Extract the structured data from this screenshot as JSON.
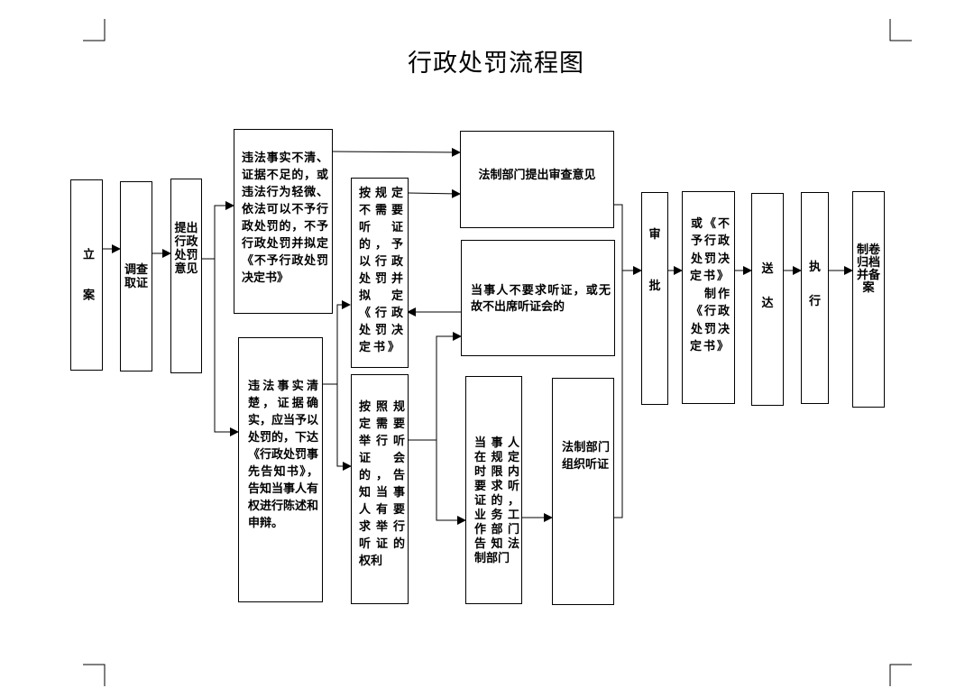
{
  "title": "行政处罚流程图",
  "nodes": {
    "li_an": "立　　案",
    "diao_cha": "调查\n取证",
    "ti_chu": "提出\n行政\n处罚\n意见",
    "wei_fa_bu_qing": "违法事实不清、证据不足的，或违法行为轻微、依法可以不予行政处罚的，不予行政处罚并拟定《不予行政处罚决定书》",
    "an_gui_ding_bu_xu": "按规定不需要听证的，予以行政处罚并拟定《行政处罚决定书》",
    "fa_zhi_shen_cha": "法制部门提出审查意见",
    "dang_shi_ren_bu_yao_qiu": "当事人不要求听证，或无故不出席听证会的",
    "wei_fa_qing_chu": "违法事实清楚，证据确实，应当予以处罚的，下达《行政处罚事先告知书》，告知当事人有权进行陈述和申辩。",
    "an_gui_ding_xu_yao": "按照规定需要举行听证会的，告知当事人有要求举行听证的权利",
    "dang_shi_ren_yao_qiu": "当事人在规定时限内要求听证的，业务工作部门告知法制部门",
    "fa_zhi_zu_zhi": "法制部门组织听证",
    "shen_pi": "审\n\n\n批",
    "jue_ding_shu": "或《不予行政处罚决定书》\n制作《行政处罚决定书》",
    "song_da": "送\n\n达",
    "zhi_xing": "执\n\n行",
    "gui_dang": "制卷\n归档\n并备\n案"
  }
}
